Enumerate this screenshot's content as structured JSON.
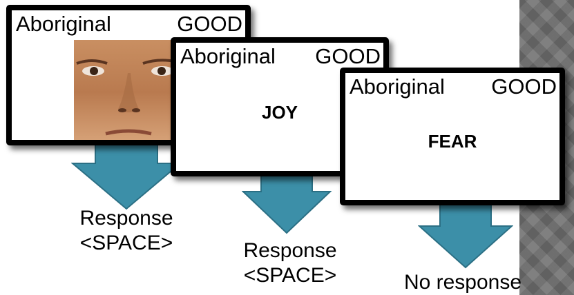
{
  "cards": [
    {
      "category": "Aboriginal",
      "valence": "GOOD"
    },
    {
      "category": "Aboriginal",
      "valence": "GOOD",
      "word": "JOY"
    },
    {
      "category": "Aboriginal",
      "valence": "GOOD",
      "word": "FEAR"
    }
  ],
  "responses": [
    {
      "line1": "Response",
      "line2": "<SPACE>"
    },
    {
      "line1": "Response",
      "line2": "<SPACE>"
    },
    {
      "line1": "No response"
    }
  ],
  "colors": {
    "arrow": "#3C8FA8",
    "arrow_edge": "#2B6F84",
    "background_strip": "#6E6E6E",
    "card_border": "#000000"
  }
}
